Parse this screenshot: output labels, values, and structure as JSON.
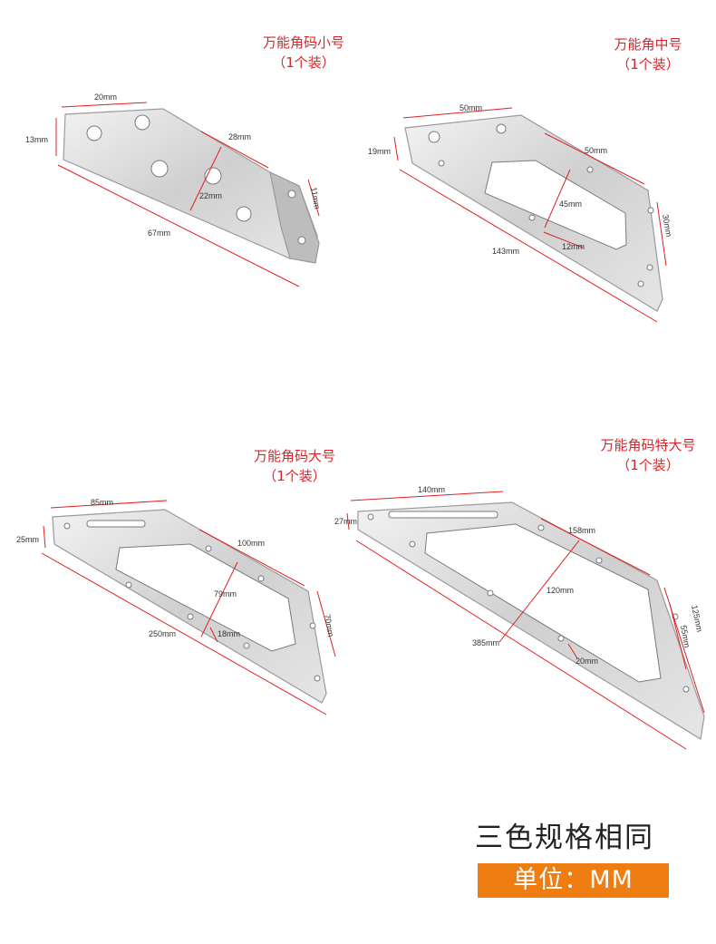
{
  "items": [
    {
      "name": "万能角码小号",
      "qty": "（1个装）",
      "dims": [
        "20mm",
        "13mm",
        "28mm",
        "22mm",
        "11mm",
        "67mm"
      ]
    },
    {
      "name": "万能角中号",
      "qty": "（1个装）",
      "dims": [
        "50mm",
        "19mm",
        "50mm",
        "45mm",
        "12mm",
        "30mm",
        "143mm"
      ]
    },
    {
      "name": "万能角码大号",
      "qty": "（1个装）",
      "dims": [
        "85mm",
        "25mm",
        "100mm",
        "79mm",
        "18mm",
        "70mm",
        "250mm"
      ]
    },
    {
      "name": "万能角码特大号",
      "qty": "（1个装）",
      "dims": [
        "140mm",
        "27mm",
        "158mm",
        "120mm",
        "20mm",
        "55mm",
        "125mm",
        "385mm"
      ]
    }
  ],
  "footer": {
    "note": "三色规格相同",
    "unit": "单位：MM"
  },
  "colors": {
    "title": "#d7262b",
    "dimension_line": "#e02020",
    "unit_bar": "#ee7d12"
  }
}
